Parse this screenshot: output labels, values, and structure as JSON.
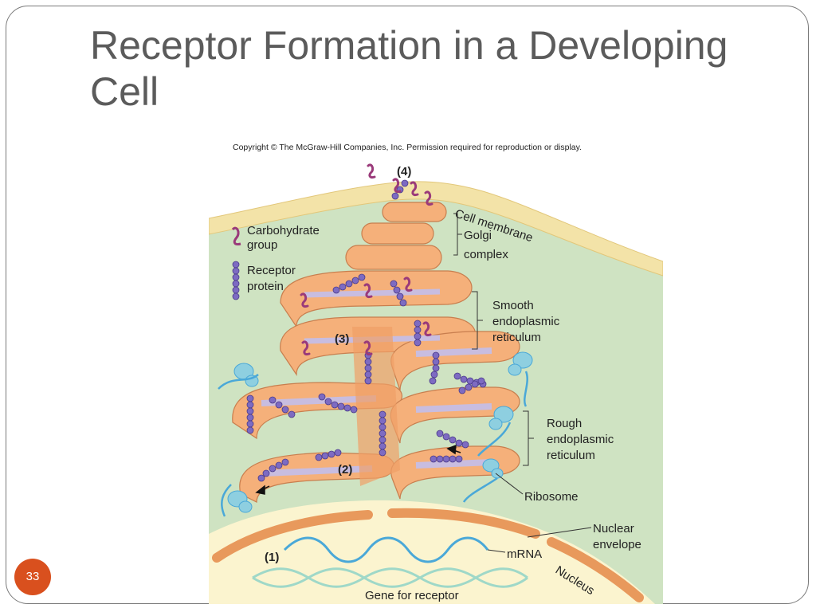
{
  "slide": {
    "title": "Receptor Formation in a Developing Cell",
    "page_number": "33"
  },
  "figure": {
    "copyright": "Copyright © The McGraw-Hill Companies, Inc. Permission required for reproduction or display.",
    "legend": {
      "carbohydrate_line1": "Carbohydrate",
      "carbohydrate_line2": "group",
      "receptor_line1": "Receptor",
      "receptor_line2": "protein"
    },
    "labels": {
      "cell_membrane": "Cell membrane",
      "golgi_line1": "Golgi",
      "golgi_line2": "complex",
      "ser_line1": "Smooth",
      "ser_line2": "endoplasmic",
      "ser_line3": "reticulum",
      "rer_line1": "Rough",
      "rer_line2": "endoplasmic",
      "rer_line3": "reticulum",
      "ribosome": "Ribosome",
      "nuclear_env_line1": "Nuclear",
      "nuclear_env_line2": "envelope",
      "mrna": "mRNA",
      "nucleus": "Nucleus",
      "gene": "Gene for receptor"
    },
    "steps": {
      "s1": "(1)",
      "s2": "(2)",
      "s3": "(3)",
      "s4": "(4)"
    },
    "colors": {
      "cytoplasm": "#cfe3c2",
      "membrane": "#f3e3a8",
      "organelle": "#f5b07a",
      "lumen": "#c8bde0",
      "receptor_bead": "#7d6bc2",
      "carbohydrate": "#9a3a7a",
      "ribosome": "#8ecfe0",
      "mrna": "#4aa8d8",
      "dna": "#9fd8c8",
      "accent": "#d9501e"
    }
  }
}
